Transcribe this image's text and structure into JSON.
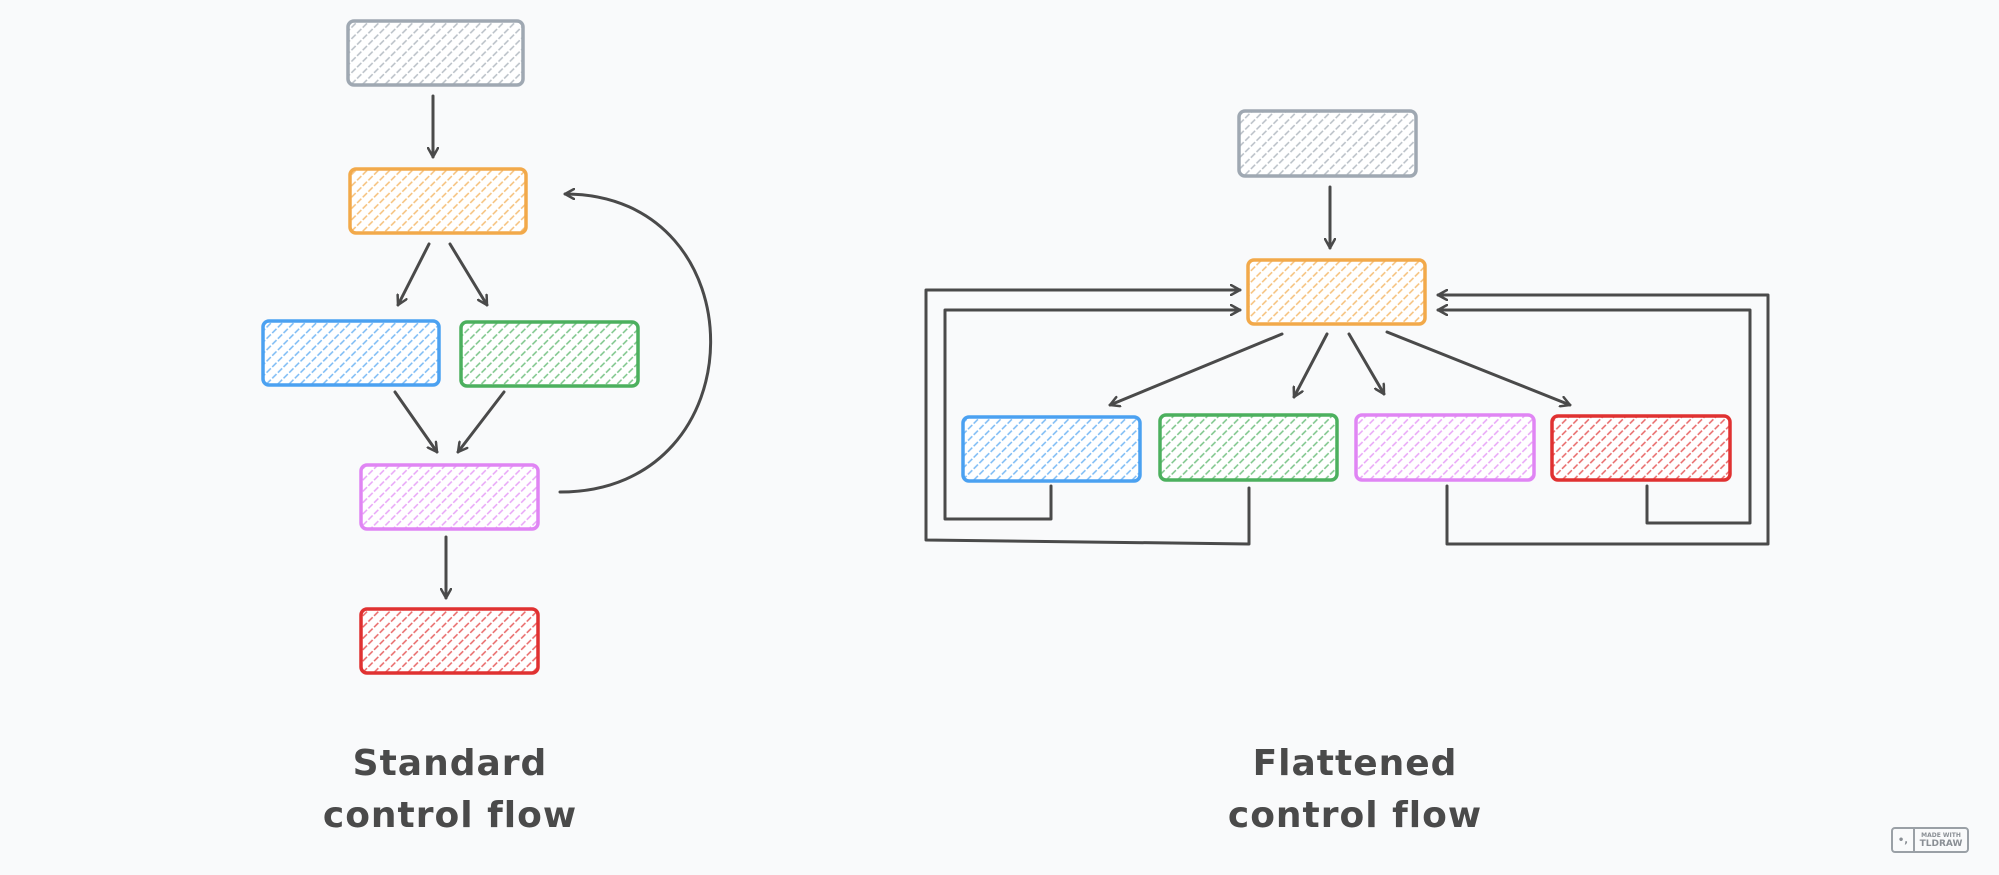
{
  "diagrams": [
    {
      "id": "standard",
      "caption_line1": "Standard",
      "caption_line2": "control flow",
      "nodes": [
        {
          "name": "entry-block",
          "color": "grey"
        },
        {
          "name": "dispatch-block",
          "color": "orange"
        },
        {
          "name": "branch-a-block",
          "color": "blue"
        },
        {
          "name": "branch-b-block",
          "color": "green"
        },
        {
          "name": "merge-block",
          "color": "violet"
        },
        {
          "name": "exit-block",
          "color": "red"
        }
      ],
      "edges": [
        {
          "from": "entry-block",
          "to": "dispatch-block"
        },
        {
          "from": "dispatch-block",
          "to": "branch-a-block"
        },
        {
          "from": "dispatch-block",
          "to": "branch-b-block"
        },
        {
          "from": "branch-a-block",
          "to": "merge-block"
        },
        {
          "from": "branch-b-block",
          "to": "merge-block"
        },
        {
          "from": "merge-block",
          "to": "dispatch-block",
          "style": "curved-loop"
        },
        {
          "from": "merge-block",
          "to": "exit-block"
        }
      ]
    },
    {
      "id": "flattened",
      "caption_line1": "Flattened",
      "caption_line2": "control flow",
      "nodes": [
        {
          "name": "entry-block",
          "color": "grey"
        },
        {
          "name": "dispatcher-block",
          "color": "orange"
        },
        {
          "name": "case-1-block",
          "color": "blue"
        },
        {
          "name": "case-2-block",
          "color": "green"
        },
        {
          "name": "case-3-block",
          "color": "violet"
        },
        {
          "name": "case-4-block",
          "color": "red"
        }
      ],
      "edges": [
        {
          "from": "entry-block",
          "to": "dispatcher-block"
        },
        {
          "from": "dispatcher-block",
          "to": "case-1-block"
        },
        {
          "from": "dispatcher-block",
          "to": "case-2-block"
        },
        {
          "from": "dispatcher-block",
          "to": "case-3-block"
        },
        {
          "from": "dispatcher-block",
          "to": "case-4-block"
        },
        {
          "from": "case-1-block",
          "to": "dispatcher-block",
          "style": "elbow-loop"
        },
        {
          "from": "case-2-block",
          "to": "dispatcher-block",
          "style": "elbow-loop"
        },
        {
          "from": "case-3-block",
          "to": "dispatcher-block",
          "style": "elbow-loop"
        },
        {
          "from": "case-4-block",
          "to": "dispatcher-block",
          "style": "elbow-loop"
        }
      ]
    }
  ],
  "colors": {
    "grey": "#9fa8b2",
    "orange": "#f2a94a",
    "blue": "#4ba1f1",
    "green": "#4cb05e",
    "violet": "#e085f4",
    "red": "#e03131",
    "line": "#4a4a4a",
    "background": "#f9fafb"
  },
  "badge": {
    "line1": "MADE WITH",
    "line2": "TLDRAW",
    "logo_glyph": "•,"
  }
}
